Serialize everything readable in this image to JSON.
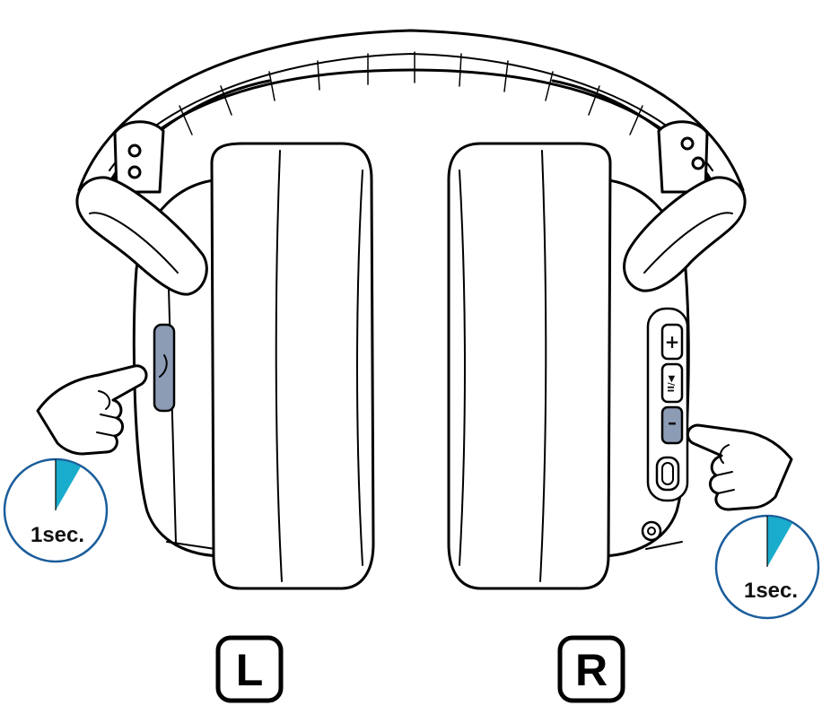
{
  "timers": {
    "left": {
      "label": "1sec.",
      "progress": 0.083
    },
    "right": {
      "label": "1sec.",
      "progress": 0.083
    }
  },
  "side_labels": {
    "left": "L",
    "right": "R"
  },
  "controls": {
    "volume_up": "+",
    "play_pause": "II/◀",
    "volume_down": "–"
  },
  "colors": {
    "timer_ring": "#1a5d9b",
    "timer_fill": "#1aaccc",
    "button_highlight": "#8d9cb5",
    "line": "#000000"
  }
}
